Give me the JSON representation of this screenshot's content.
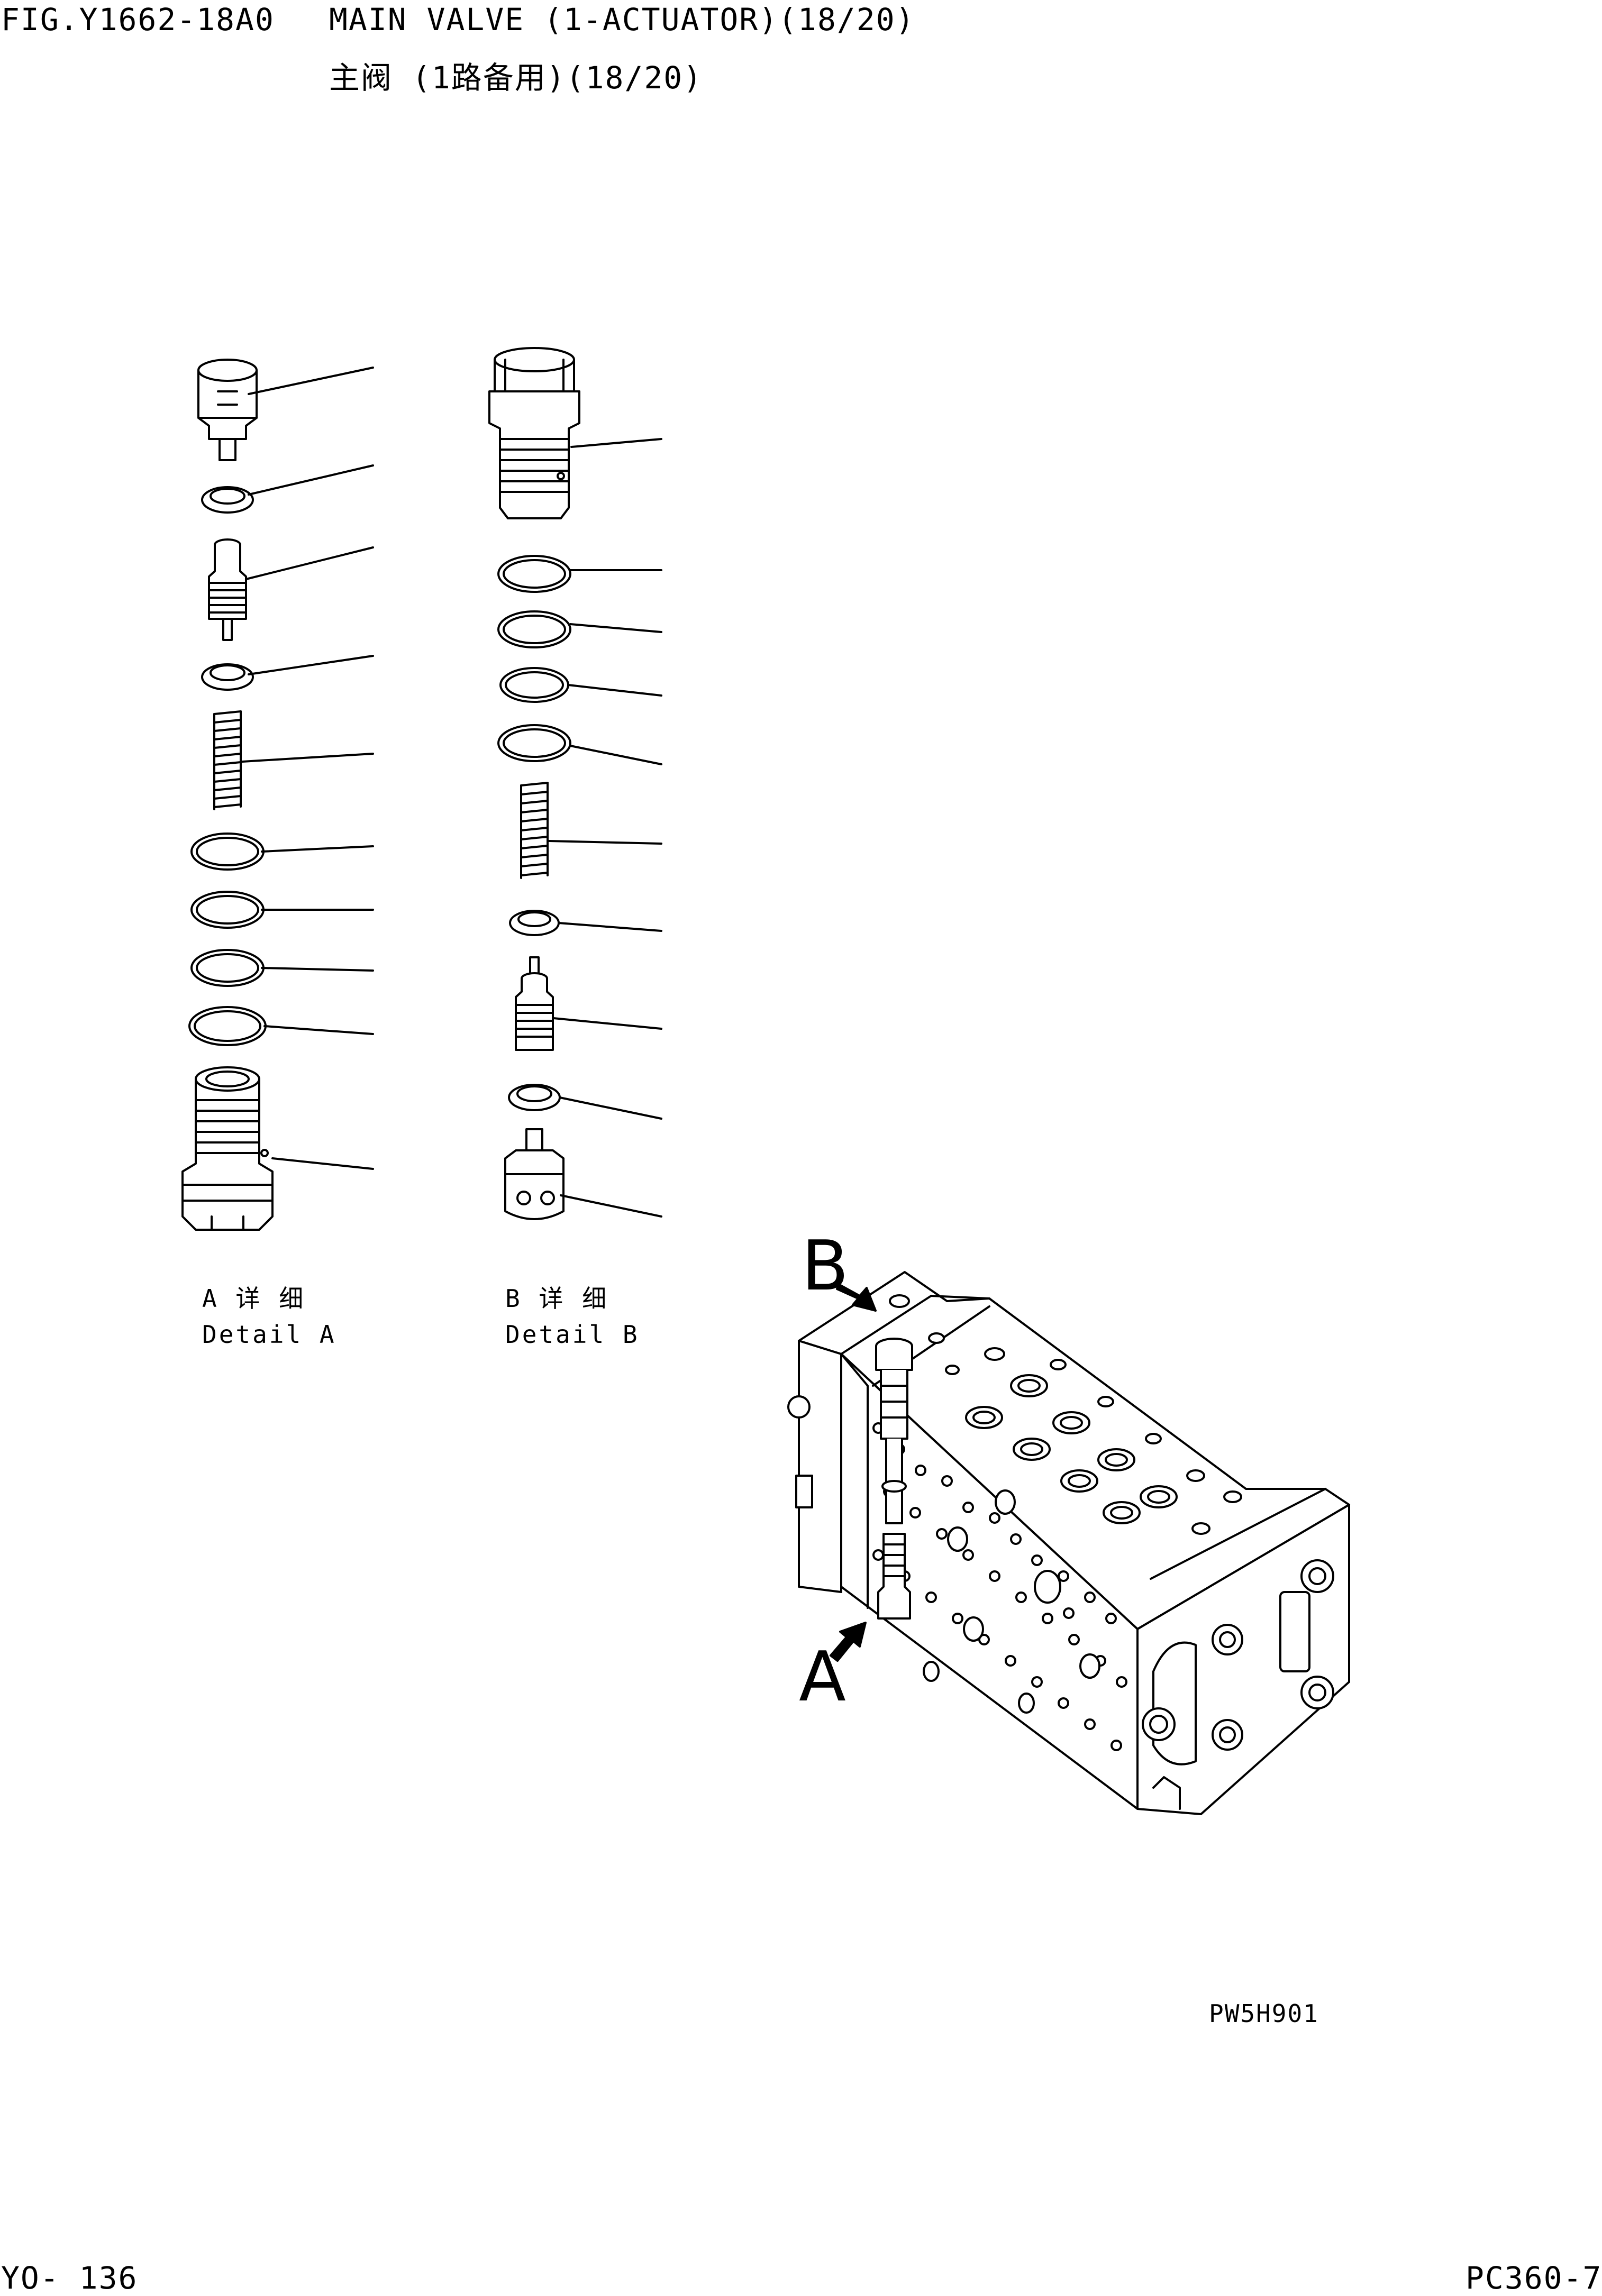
{
  "header": {
    "fig_number": "FIG.Y1662-18A0",
    "title_en": "MAIN VALVE (1-ACTUATOR)(18/20)",
    "title_cn": "主阀 (1路备用)(18/20)"
  },
  "details": {
    "a_cn": "A 详 细",
    "a_en": "Detail A",
    "b_cn": "B 详 细",
    "b_en": "Detail B"
  },
  "callouts": {
    "arrow_a": "A",
    "arrow_b": "B"
  },
  "drawing_code": "PW5H901",
  "footer": {
    "page_ref": "YO- 136",
    "model": "PC360-7"
  }
}
